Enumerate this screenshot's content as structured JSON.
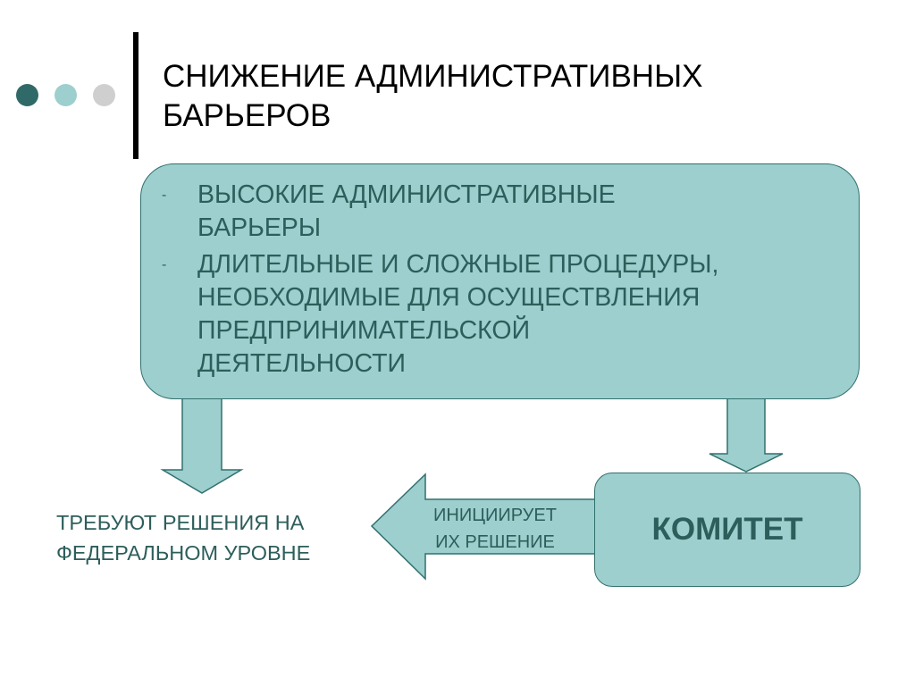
{
  "colors": {
    "box_fill": "#9ccfcd",
    "box_border": "#31706e",
    "text_dark": "#2d5e5b",
    "dot_dark": "#2f6a68",
    "dot_mid": "#9ccfcd",
    "dot_light": "#cfcfcf"
  },
  "slide": {
    "title_line1": "СНИЖЕНИЕ АДМИНИСТРАТИВНЫХ",
    "title_line2": "БАРЬЕРОВ"
  },
  "top_box": {
    "bullet_marker": "-",
    "items": [
      {
        "line1": "ВЫСОКИЕ АДМИНИСТРАТИВНЫЕ",
        "line2": "БАРЬЕРЫ"
      },
      {
        "line1": "ДЛИТЕЛЬНЫЕ И СЛОЖНЫЕ ПРОЦЕДУРЫ,",
        "line2": "НЕОБХОДИМЫЕ ДЛЯ ОСУЩЕСТВЛЕНИЯ",
        "line3": "ПРЕДПРИНИМАТЕЛЬСКОЙ",
        "line4": "ДЕЯТЕЛЬНОСТИ"
      }
    ]
  },
  "committee_box": {
    "label": "КОМИТЕТ"
  },
  "left_arrow": {
    "line1": "ИНИЦИИРУЕТ",
    "line2": "ИХ РЕШЕНИЕ"
  },
  "federal_text": {
    "line1": "ТРЕБУЮТ РЕШЕНИЯ НА",
    "line2": "ФЕДЕРАЛЬНОМ УРОВНЕ"
  }
}
